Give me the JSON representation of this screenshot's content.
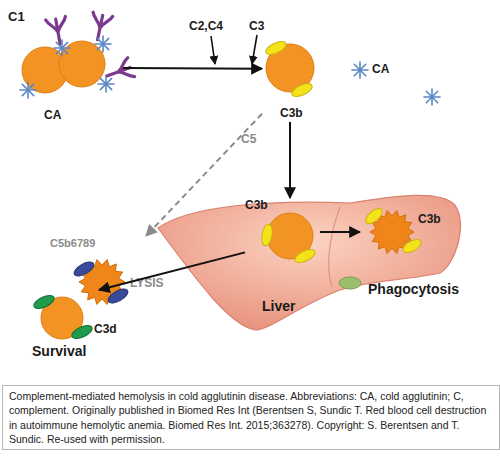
{
  "diagram": {
    "caption": "Complement-mediated hemolysis in cold agglutinin disease. Abbreviations: CA, cold agglutinin; C, complement. Originally published in Biomed Res Int (Berentsen S, Sundic T. Red blood cell destruction in autoimmune hemolytic anemia. Biomed Res Int. 2015;363278). Copyright: S. Berentsen and T. Sundic. Re-used with permission.",
    "nodes": [
      {
        "text": [
          "C1",
          "CA"
        ]
      },
      {
        "text": [
          "C3b"
        ]
      },
      {
        "text": [
          "C5b6789",
          "LYSIS"
        ]
      },
      {
        "text": [
          "Liver"
        ]
      },
      {
        "text": [
          "C3b"
        ],
        "in": 3
      },
      {
        "text": [
          "C3b",
          "Phagocytosis"
        ],
        "in": 3
      },
      {
        "text": [
          "C3d",
          "Survival"
        ]
      }
    ],
    "edges": [
      {
        "from": 0,
        "to": 1,
        "arrow": "to"
      },
      {
        "from": 1,
        "to": 2,
        "label": "C5",
        "arrow": "to"
      },
      {
        "from": 1,
        "to": 4,
        "arrow": "to"
      },
      {
        "from": 4,
        "to": 5,
        "arrow": "to"
      },
      {
        "from": 4,
        "to": 6,
        "arrow": "to"
      }
    ],
    "labels": [
      "C2,C4",
      "C3",
      "CA"
    ]
  }
}
